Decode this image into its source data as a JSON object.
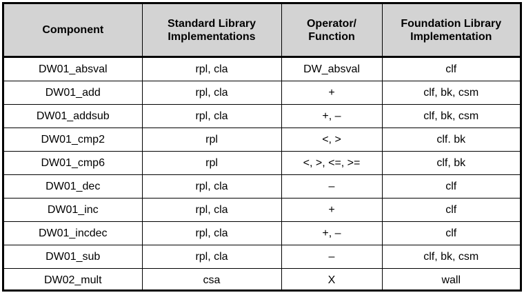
{
  "table": {
    "headers": [
      "Component",
      "Standard Library Implementations",
      "Operator/ Function",
      "Foundation Library Implementation"
    ],
    "rows": [
      [
        "DW01_absval",
        "rpl, cla",
        "DW_absval",
        "clf"
      ],
      [
        "DW01_add",
        "rpl, cla",
        "+",
        "clf, bk, csm"
      ],
      [
        "DW01_addsub",
        "rpl, cla",
        "+, –",
        "clf, bk, csm"
      ],
      [
        "DW01_cmp2",
        "rpl",
        "<, >",
        "clf. bk"
      ],
      [
        "DW01_cmp6",
        "rpl",
        "<, >, <=, >=",
        "clf, bk"
      ],
      [
        "DW01_dec",
        "rpl, cla",
        "–",
        "clf"
      ],
      [
        "DW01_inc",
        "rpl, cla",
        "+",
        "clf"
      ],
      [
        "DW01_incdec",
        "rpl, cla",
        "+, –",
        "clf"
      ],
      [
        "DW01_sub",
        "rpl, cla",
        "–",
        "clf, bk, csm"
      ],
      [
        "DW02_mult",
        "csa",
        "X",
        "wall"
      ]
    ]
  },
  "colors": {
    "header_background": "#d3d3d3",
    "border": "#000000"
  }
}
